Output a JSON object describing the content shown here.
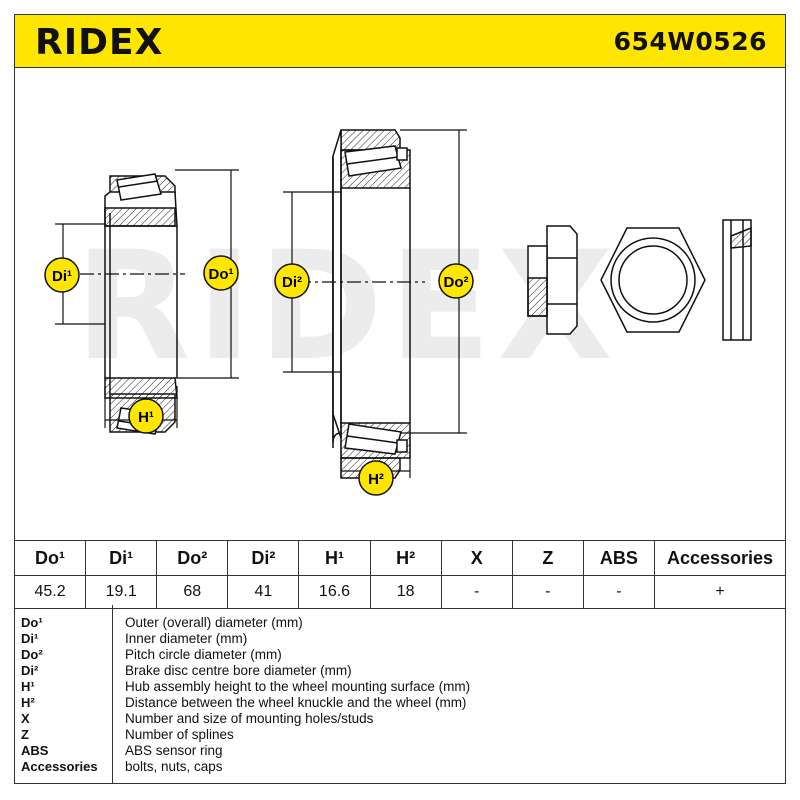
{
  "header": {
    "brand": "RIDEX",
    "part_number": "654W0526",
    "brand_color": "#ffe600"
  },
  "drawing": {
    "labels": {
      "di1": "Di¹",
      "do1": "Do¹",
      "h1": "H¹",
      "di2": "Di²",
      "do2": "Do²",
      "h2": "H²"
    },
    "watermark": "RIDEX",
    "badge_color": "#ffe600"
  },
  "table": {
    "headers": [
      "Do¹",
      "Di¹",
      "Do²",
      "Di²",
      "H¹",
      "H²",
      "X",
      "Z",
      "ABS",
      "Accessories"
    ],
    "values": [
      "45.2",
      "19.1",
      "68",
      "41",
      "16.6",
      "18",
      "-",
      "-",
      "-",
      "+"
    ]
  },
  "legend": [
    {
      "key": "Do¹",
      "desc": "Outer (overall) diameter (mm)"
    },
    {
      "key": "Di¹",
      "desc": "Inner diameter (mm)"
    },
    {
      "key": "Do²",
      "desc": "Pitch circle diameter (mm)"
    },
    {
      "key": "Di²",
      "desc": "Brake disc centre bore diameter (mm)"
    },
    {
      "key": "H¹",
      "desc": "Hub assembly height to the wheel mounting surface (mm)"
    },
    {
      "key": "H²",
      "desc": "Distance between the wheel knuckle and the wheel (mm)"
    },
    {
      "key": "X",
      "desc": "Number and size of mounting holes/studs"
    },
    {
      "key": "Z",
      "desc": "Number of splines"
    },
    {
      "key": "ABS",
      "desc": "ABS sensor ring"
    },
    {
      "key": "Accessories",
      "desc": "bolts, nuts, caps"
    }
  ]
}
